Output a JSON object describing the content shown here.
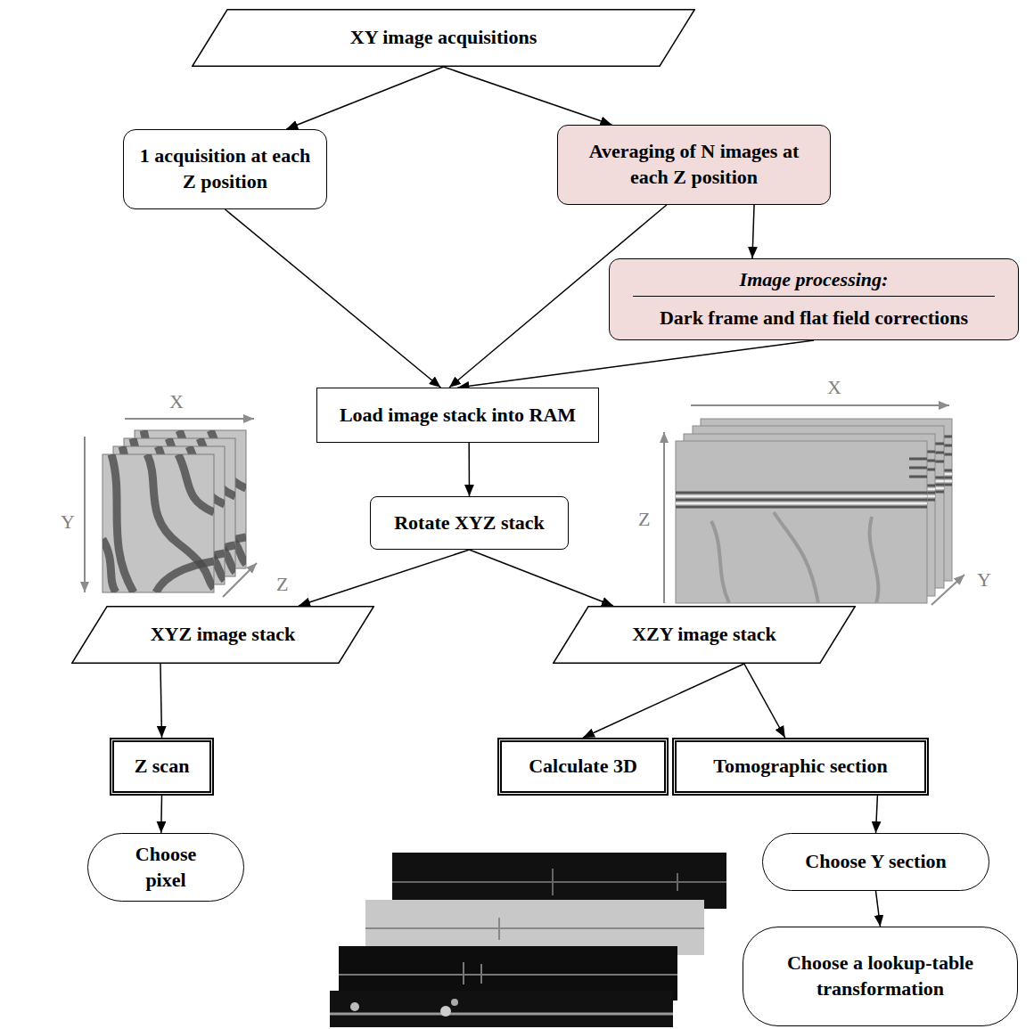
{
  "diagram": {
    "nodes": [
      {
        "text": [
          "XY image acquisitions"
        ]
      },
      {
        "text": [
          "1 acquisition at each Z position"
        ]
      },
      {
        "text": [
          "Averaging of N images at each Z position"
        ]
      },
      {
        "text": [
          "Image processing:",
          "Dark frame and flat field corrections"
        ]
      },
      {
        "text": [
          "Load image stack into RAM"
        ]
      },
      {
        "text": [
          "Rotate XYZ stack"
        ]
      },
      {
        "text": [
          "XYZ image stack"
        ]
      },
      {
        "text": [
          "XZY image stack"
        ]
      },
      {
        "text": [
          "Z scan"
        ]
      },
      {
        "text": [
          "Calculate 3D"
        ]
      },
      {
        "text": [
          "Tomographic section"
        ]
      },
      {
        "text": [
          "Choose pixel"
        ]
      },
      {
        "text": [
          "Choose Y section"
        ]
      },
      {
        "text": [
          "Choose a lookup-table transformation"
        ]
      }
    ],
    "edges": [
      {
        "from": 0,
        "to": 1,
        "arrow": "to"
      },
      {
        "from": 0,
        "to": 2,
        "arrow": "to"
      },
      {
        "from": 1,
        "to": 4,
        "arrow": "to"
      },
      {
        "from": 2,
        "to": 4,
        "arrow": "to"
      },
      {
        "from": 2,
        "to": 3,
        "arrow": "to"
      },
      {
        "from": 3,
        "to": 4,
        "arrow": "to"
      },
      {
        "from": 4,
        "to": 5,
        "arrow": "to"
      },
      {
        "from": 5,
        "to": 6,
        "arrow": "to"
      },
      {
        "from": 5,
        "to": 7,
        "arrow": "to"
      },
      {
        "from": 6,
        "to": 8,
        "arrow": "to"
      },
      {
        "from": 7,
        "to": 9,
        "arrow": "to"
      },
      {
        "from": 7,
        "to": 10,
        "arrow": "to"
      },
      {
        "from": 8,
        "to": 11,
        "arrow": "to"
      },
      {
        "from": 10,
        "to": 12,
        "arrow": "to"
      },
      {
        "from": 12,
        "to": 13,
        "arrow": "to"
      }
    ],
    "labels": [
      "X",
      "Y",
      "Z",
      "X",
      "Z",
      "Y"
    ]
  }
}
